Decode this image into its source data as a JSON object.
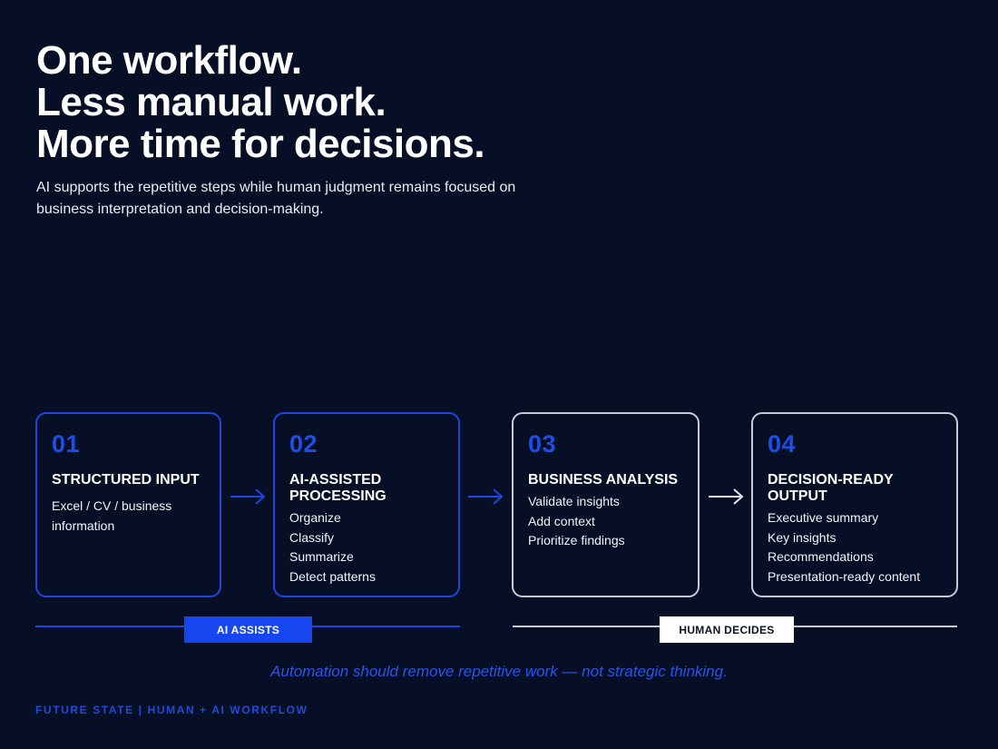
{
  "headline": {
    "lines": [
      "One workflow.",
      "Less manual work.",
      "More time for decisions."
    ]
  },
  "subtitle": "AI supports the repetitive steps while human judgment remains focused on business interpretation and decision-making.",
  "steps": [
    {
      "number": "01",
      "title": "STRUCTURED INPUT",
      "items": [
        "Excel / CV / business information"
      ]
    },
    {
      "number": "02",
      "title": "AI-ASSISTED PROCESSING",
      "items": [
        "Organize",
        "Classify",
        "Summarize",
        "Detect patterns"
      ]
    },
    {
      "number": "03",
      "title": "BUSINESS ANALYSIS",
      "items": [
        "Validate insights",
        "Add context",
        "Prioritize findings"
      ]
    },
    {
      "number": "04",
      "title": "DECISION-READY OUTPUT",
      "items": [
        "Executive summary",
        "Key insights",
        "Recommendations",
        "Presentation-ready content"
      ]
    }
  ],
  "groups": {
    "ai_label": "AI ASSISTS",
    "human_label": "HUMAN DECIDES"
  },
  "tagline": "Automation should remove repetitive work — not strategic thinking.",
  "footer": "FUTURE STATE | HUMAN + AI WORKFLOW",
  "colors": {
    "background": "#060f26",
    "ai_accent": "#1d47e0",
    "human_accent": "#c9ccd6",
    "step_number": "#1b4fe8"
  },
  "icons": [
    "arrow-right-icon"
  ]
}
